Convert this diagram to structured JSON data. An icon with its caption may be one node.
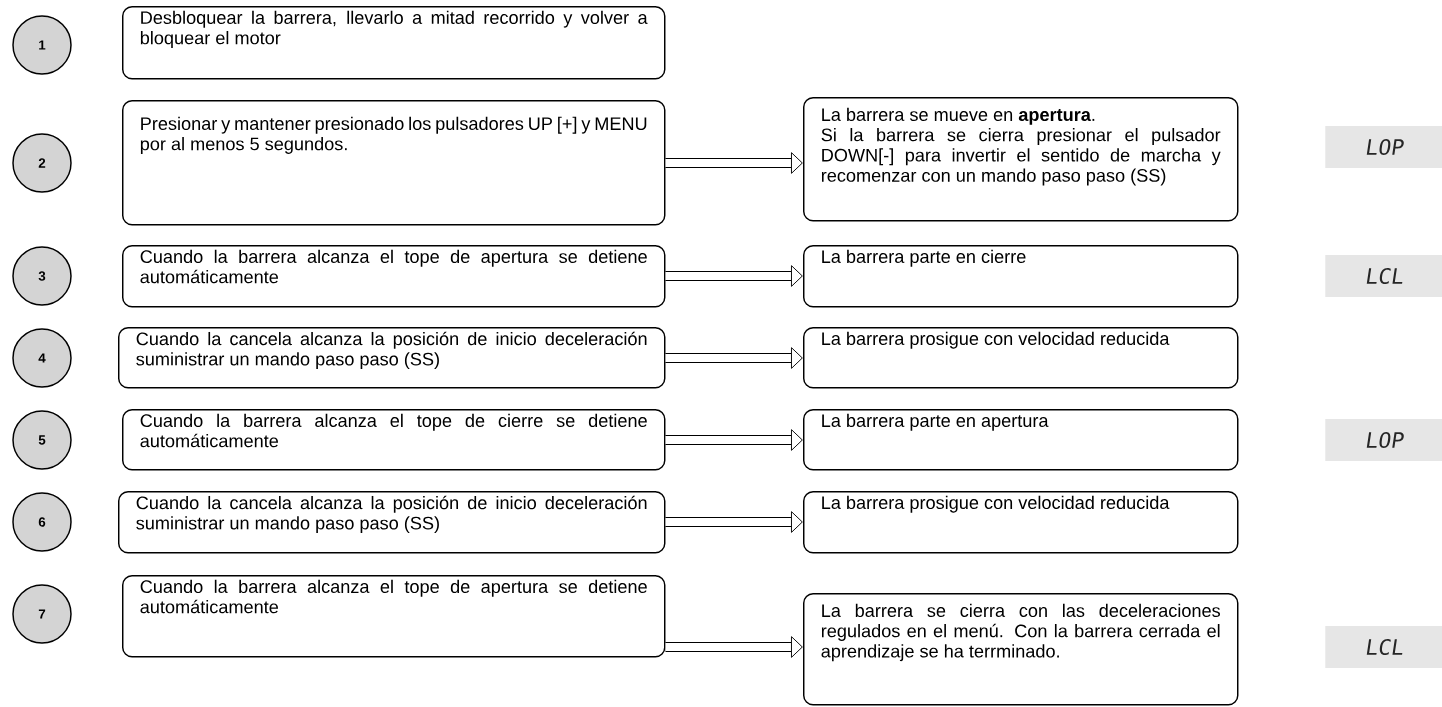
{
  "diagram": {
    "nodes": [
      {
        "text": [
          "1"
        ]
      },
      {
        "text": [
          "Desbloquear la barrera, llevarlo a mitad recorrido y volver a bloquear el motor"
        ]
      },
      {
        "text": [
          "2"
        ]
      },
      {
        "text": [
          "Presionar y mantener presionado los pulsadores UP [+] y MENU por al menos 5 segundos."
        ]
      },
      {
        "text": [
          "La barrera se mueve en **apertura**.",
          "Si la barrera se cierra presionar el pulsador DOWN[-] para invertir el sentido de marcha y recomenzar con un mando paso paso (SS)"
        ]
      },
      {
        "text": [
          "LOP"
        ]
      },
      {
        "text": [
          "3"
        ]
      },
      {
        "text": [
          "Cuando la barrera alcanza el tope de apertura se detiene automáticamente"
        ]
      },
      {
        "text": [
          "La barrera parte en cierre"
        ]
      },
      {
        "text": [
          "LCL"
        ]
      },
      {
        "text": [
          "4"
        ]
      },
      {
        "text": [
          "Cuando la cancela alcanza la posición de inicio deceleración suministrar un mando paso paso (SS)"
        ]
      },
      {
        "text": [
          "La barrera prosigue con velocidad reducida"
        ]
      },
      {
        "text": [
          "5"
        ]
      },
      {
        "text": [
          "Cuando la barrera alcanza el tope de cierre se detiene automáticamente"
        ]
      },
      {
        "text": [
          "La barrera parte en apertura"
        ]
      },
      {
        "text": [
          "LOP"
        ]
      },
      {
        "text": [
          "6"
        ]
      },
      {
        "text": [
          "Cuando la cancela alcanza la posición de inicio deceleración suministrar un mando paso paso (SS)"
        ]
      },
      {
        "text": [
          "La barrera prosigue con velocidad reducida"
        ]
      },
      {
        "text": [
          "7"
        ]
      },
      {
        "text": [
          "Cuando la barrera alcanza el tope de apertura se detiene automáticamente"
        ]
      },
      {
        "text": [
          "La barrera se cierra con las deceleraciones regulados en el menú. Con la barrera cerrada el aprendizaje se ha terrminado."
        ]
      },
      {
        "text": [
          "LCL"
        ]
      }
    ],
    "edges": [
      {
        "from": 3,
        "to": 4,
        "arrow": "to"
      },
      {
        "from": 7,
        "to": 8,
        "arrow": "to"
      },
      {
        "from": 11,
        "to": 12,
        "arrow": "to"
      },
      {
        "from": 14,
        "to": 15,
        "arrow": "to"
      },
      {
        "from": 18,
        "to": 19,
        "arrow": "to"
      },
      {
        "from": 21,
        "to": 22,
        "arrow": "to"
      }
    ]
  }
}
